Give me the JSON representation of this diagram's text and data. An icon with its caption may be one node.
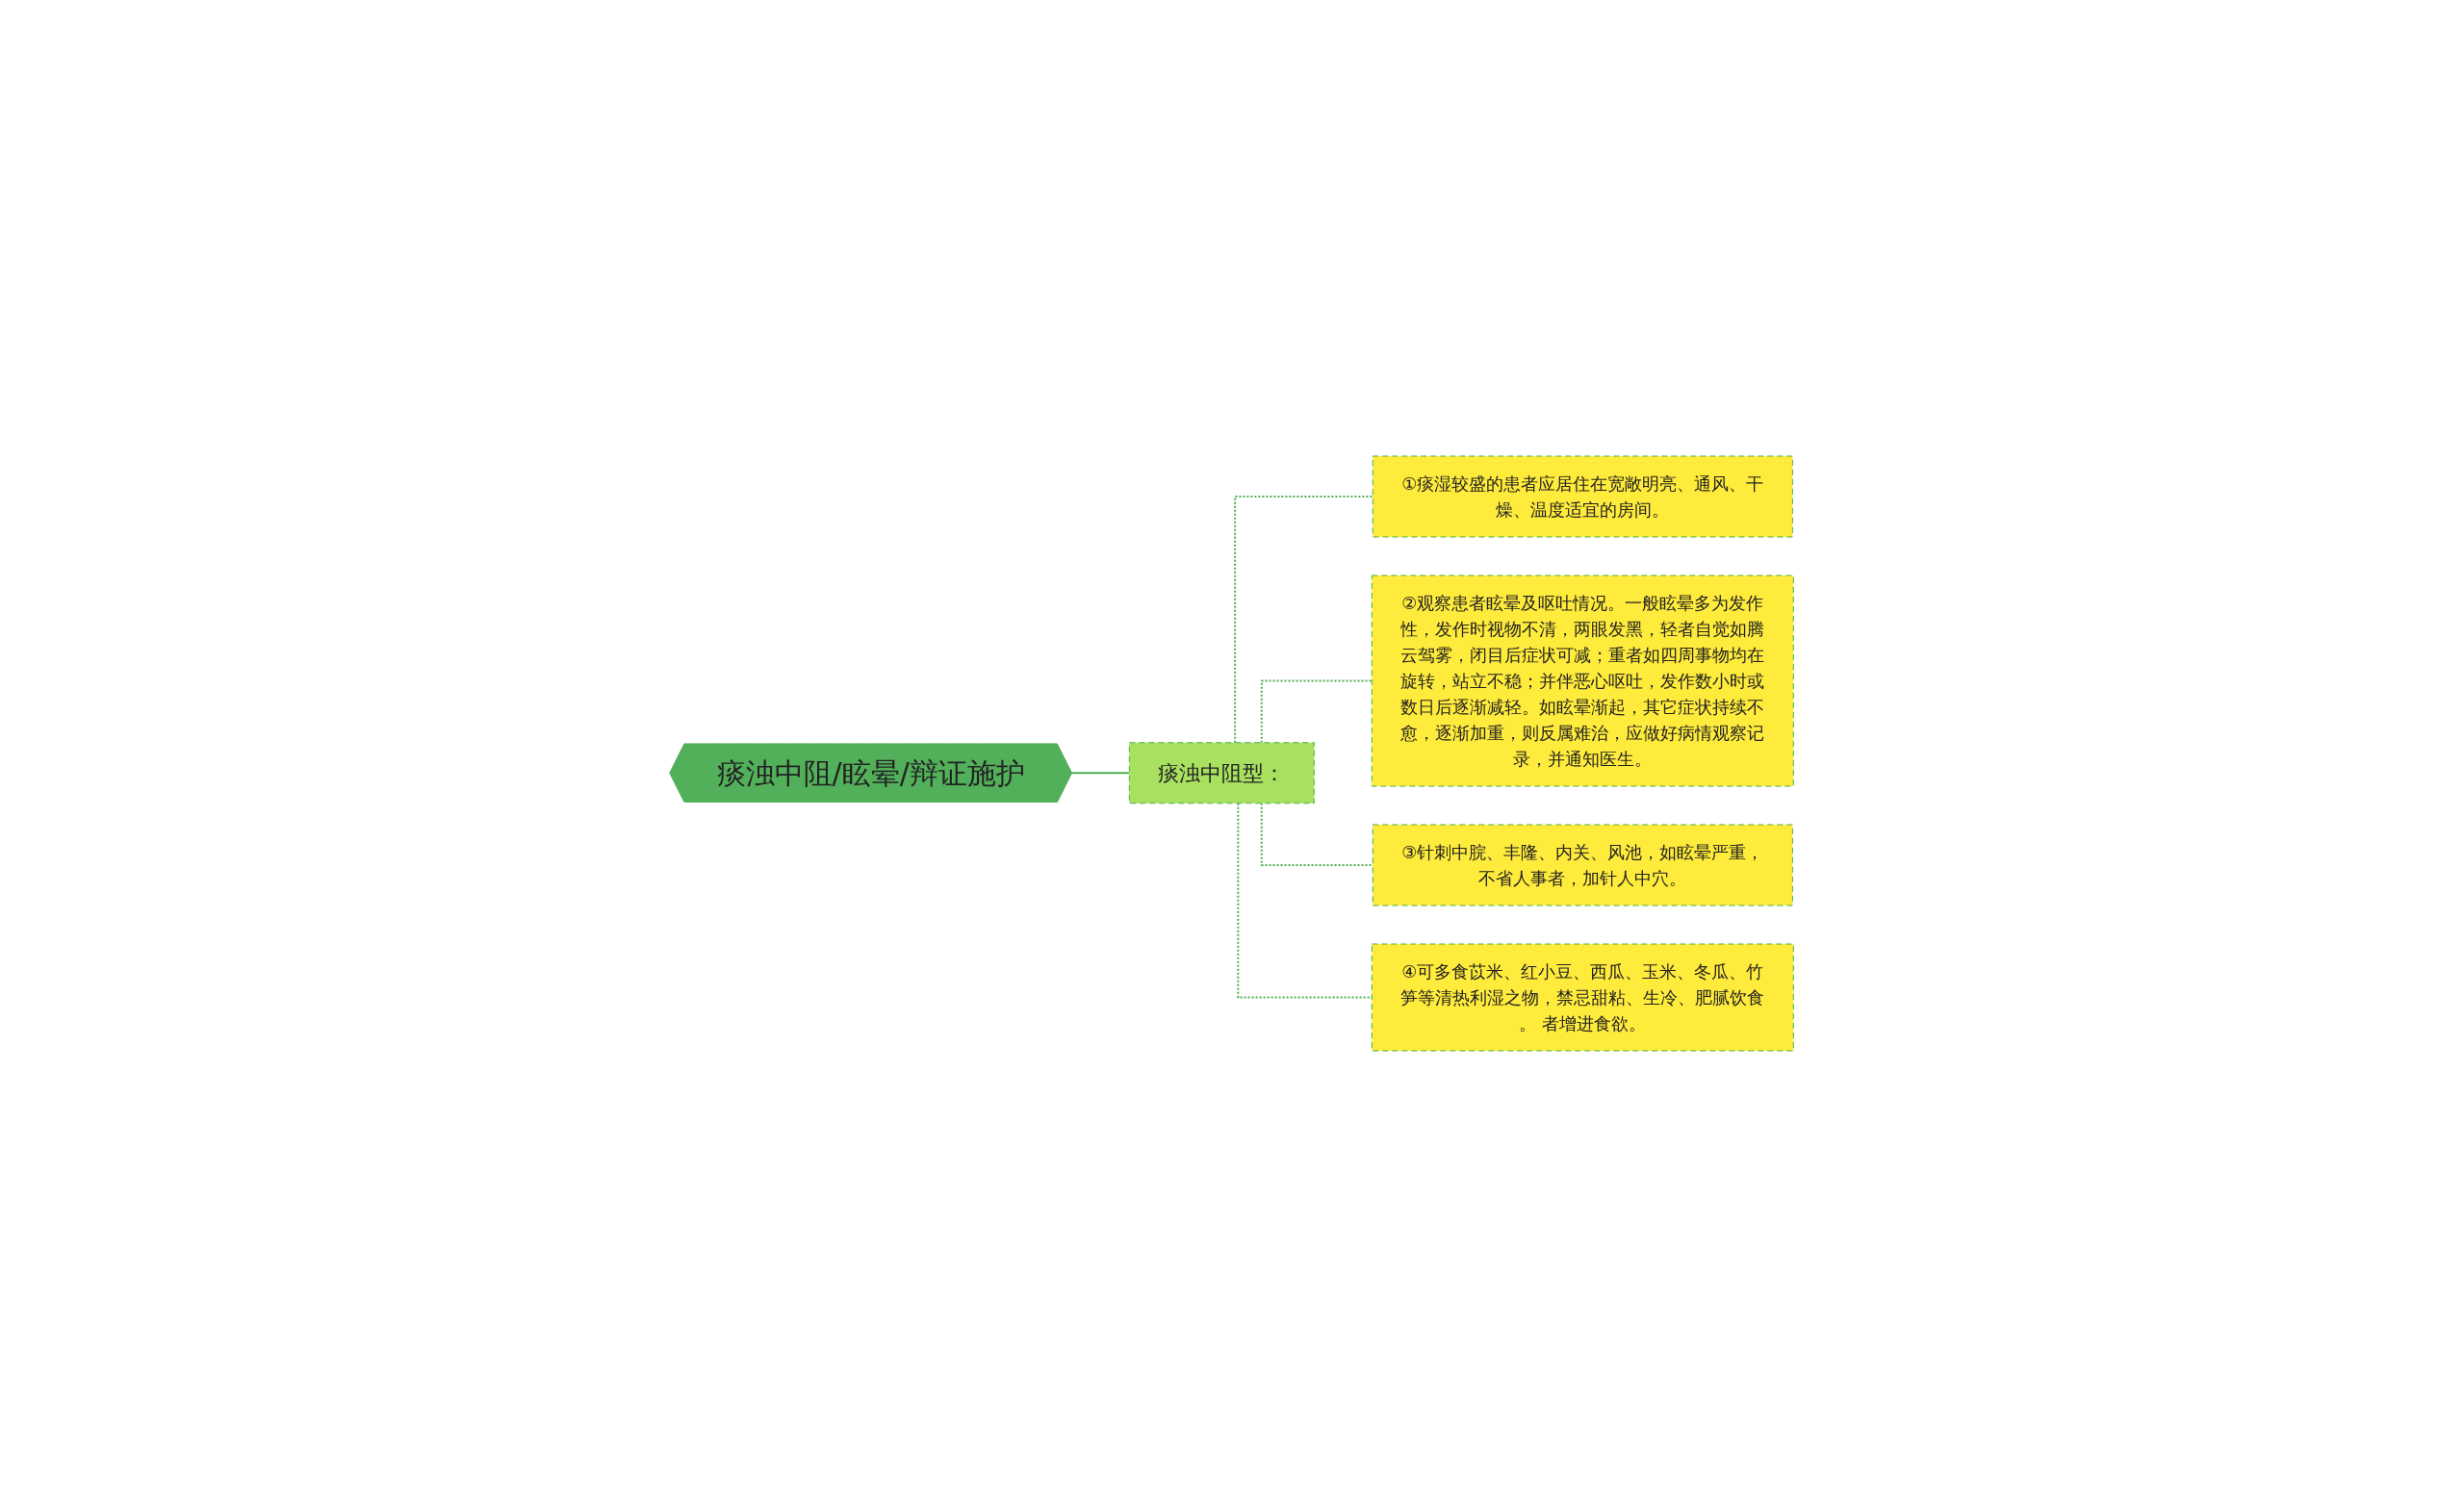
{
  "diagram": {
    "nodes": [
      {
        "text": [
          "痰浊中阻/眩晕/辩证施护"
        ]
      },
      {
        "text": [
          "痰浊中阻型："
        ]
      },
      {
        "text": [
          "①痰湿较盛的患者应居住在宽敞明亮、通风、干燥、温度适宜的房间。"
        ]
      },
      {
        "text": [
          "②观察患者眩晕及呕吐情况。一般眩晕多为发作性，发作时视物不清，两眼发黑，轻者自觉如腾云驾雾，闭目后症状可减；重者如四周事物均在旋转，站立不稳；并伴恶心呕吐，发作数小时或数日后逐渐减轻。如眩晕渐起，其它症状持续不愈，逐渐加重，则反属难治，应做好病情观察记录，并通知医生。"
        ]
      },
      {
        "text": [
          "③针刺中脘、丰隆、内关、风池，如眩晕严重，不省人事者，加针人中穴。"
        ]
      },
      {
        "text": [
          "④可多食苡米、红小豆、西瓜、玉米、冬瓜、竹笋等清热利湿之物，禁忌甜粘、生冷、肥腻饮食。 者增进食欲。"
        ]
      }
    ],
    "edges": [
      {
        "from": 0,
        "to": 1,
        "arrow": "none"
      },
      {
        "from": 1,
        "to": 2,
        "arrow": "none",
        "style": "dashed"
      },
      {
        "from": 1,
        "to": 3,
        "arrow": "none",
        "style": "dashed"
      },
      {
        "from": 1,
        "to": 4,
        "arrow": "none",
        "style": "dashed"
      },
      {
        "from": 1,
        "to": 5,
        "arrow": "none",
        "style": "dashed"
      }
    ]
  }
}
